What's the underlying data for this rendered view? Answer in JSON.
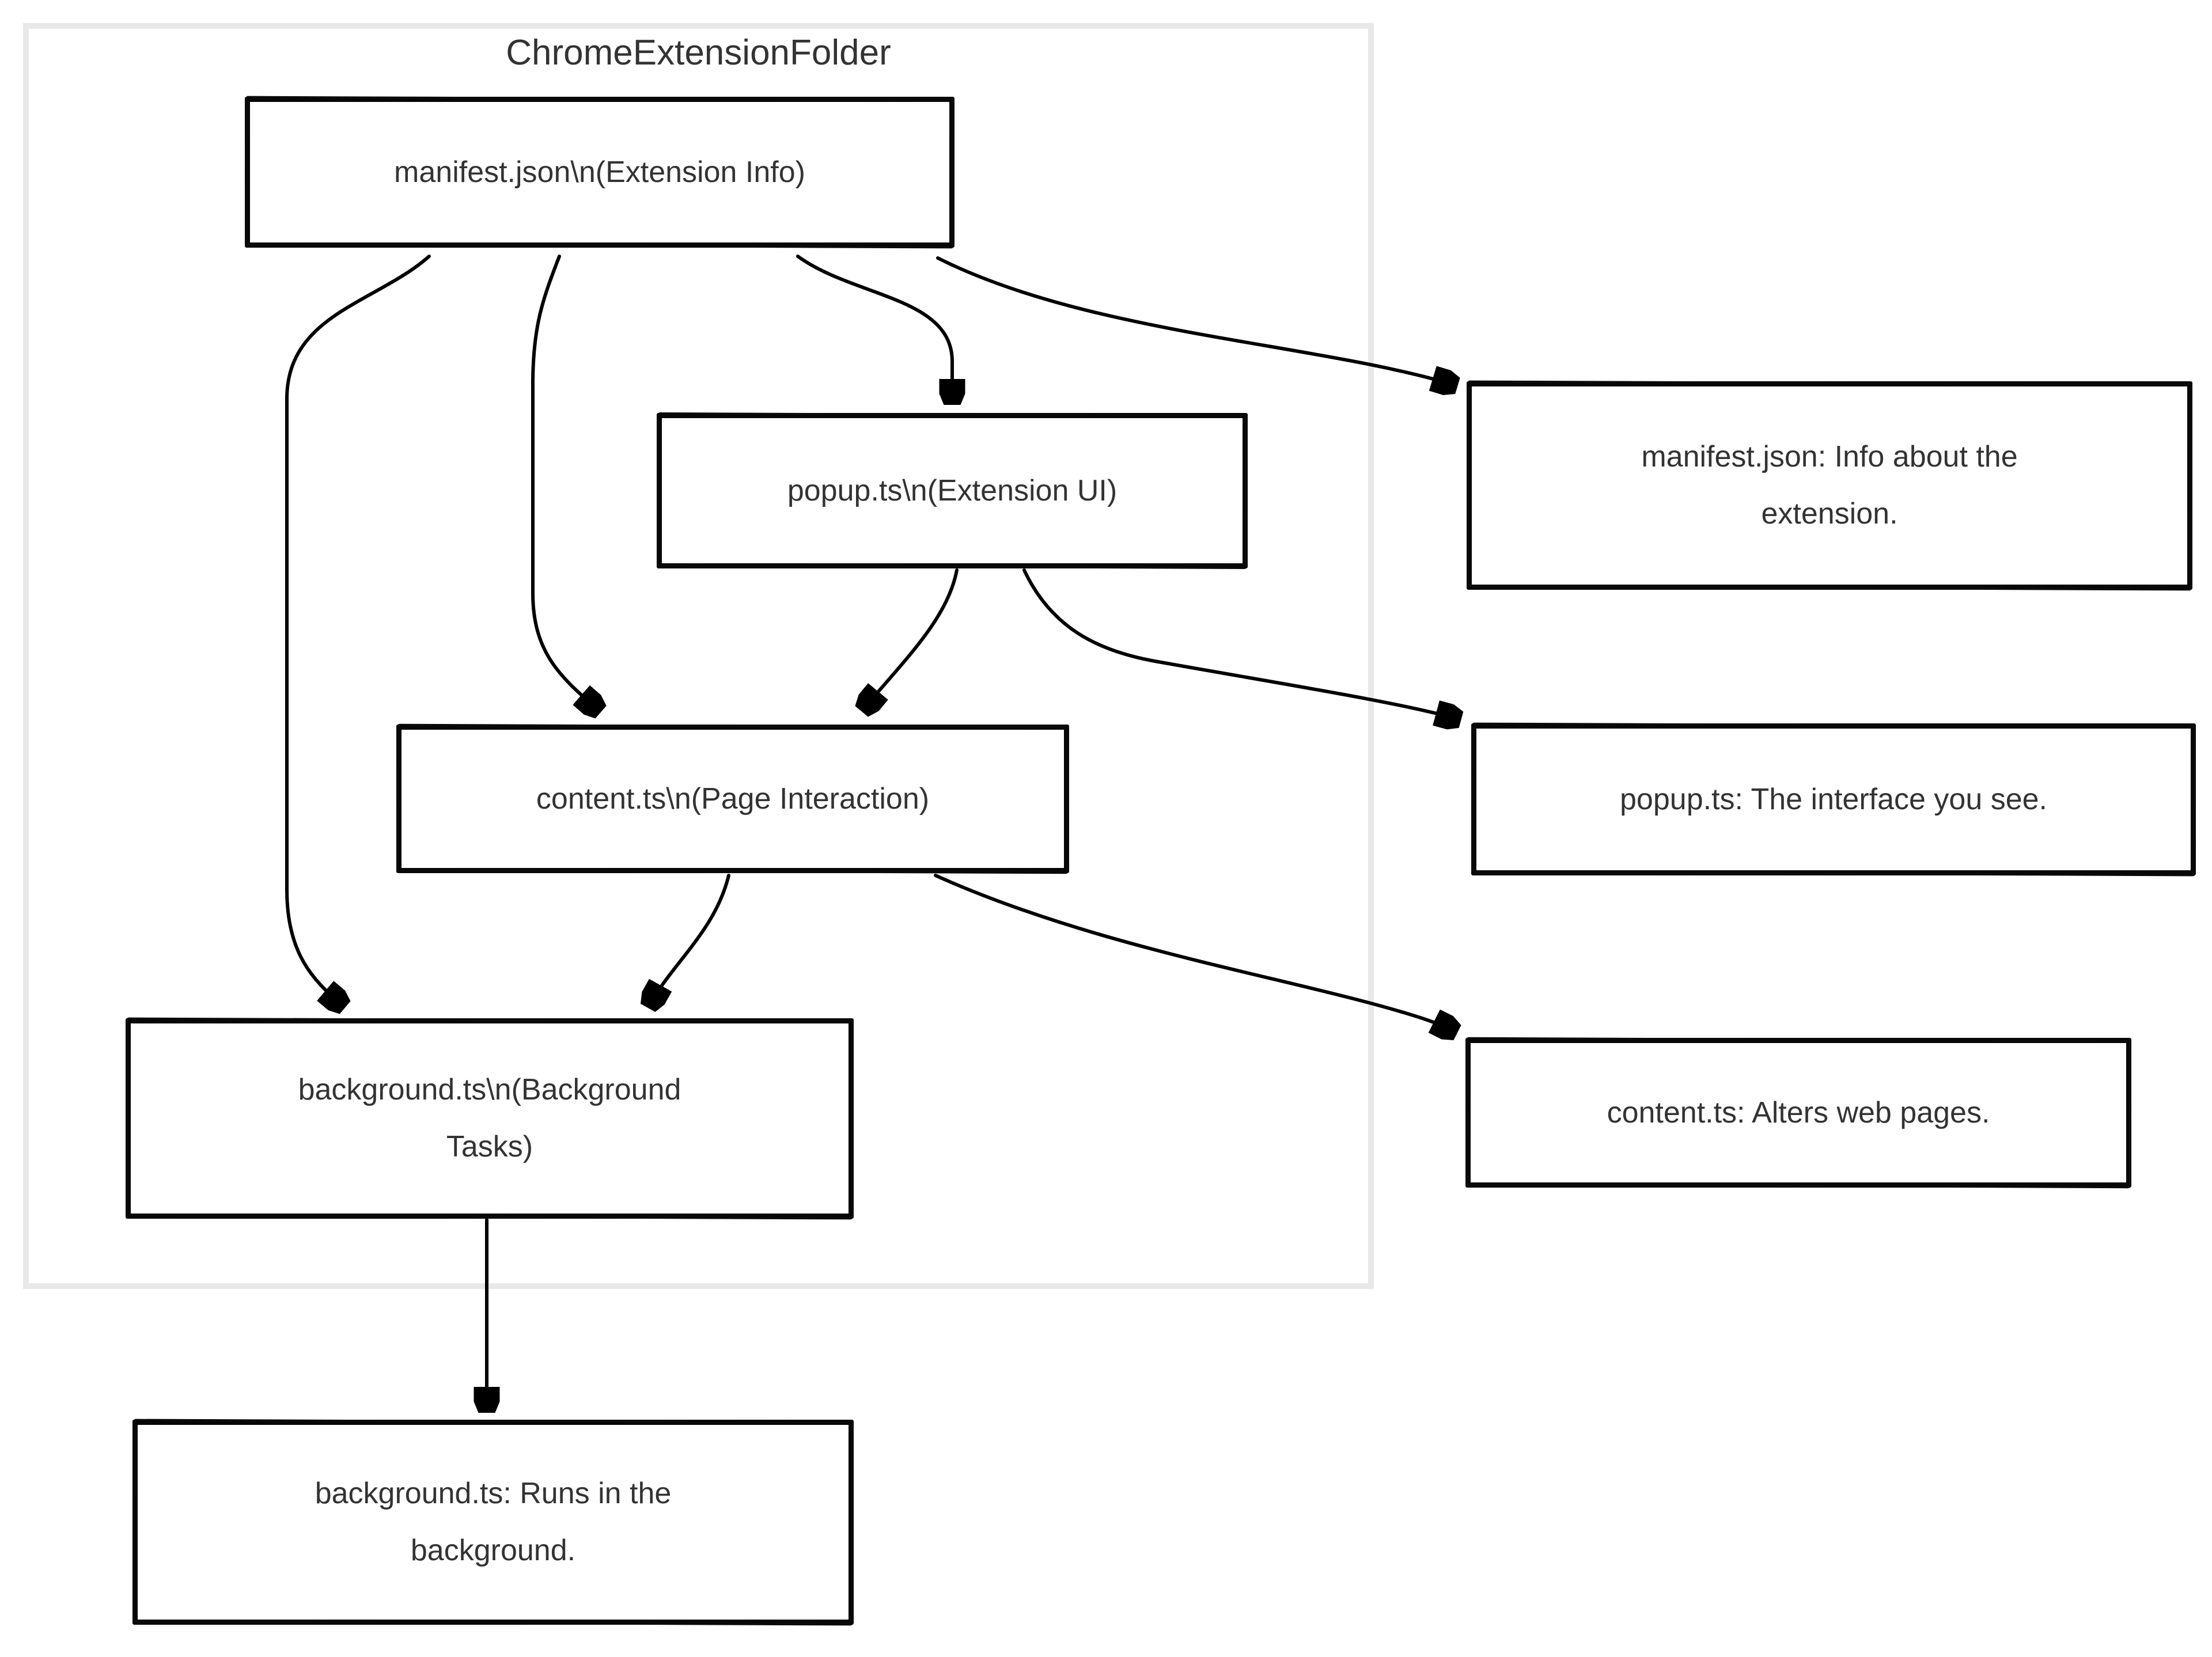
{
  "diagram": {
    "type": "flowchart",
    "cluster": {
      "title": "ChromeExtensionFolder"
    },
    "nodes": {
      "manifest": {
        "label": "manifest.json\\n(Extension Info)"
      },
      "popup": {
        "label": "popup.ts\\n(Extension UI)"
      },
      "content": {
        "label": "content.ts\\n(Page Interaction)"
      },
      "background": {
        "label": "background.ts\\n(Background Tasks)"
      },
      "manifest_info": {
        "label": "manifest.json: Info about the extension."
      },
      "popup_info": {
        "label": "popup.ts: The interface you see."
      },
      "content_info": {
        "label": "content.ts: Alters web pages."
      },
      "background_info": {
        "label": "background.ts: Runs in the background."
      }
    },
    "cluster_members": [
      "manifest",
      "popup",
      "content",
      "background"
    ],
    "edges": [
      {
        "from": "manifest",
        "to": "popup"
      },
      {
        "from": "manifest",
        "to": "content"
      },
      {
        "from": "manifest",
        "to": "background"
      },
      {
        "from": "manifest",
        "to": "manifest_info"
      },
      {
        "from": "popup",
        "to": "content"
      },
      {
        "from": "popup",
        "to": "popup_info"
      },
      {
        "from": "content",
        "to": "background"
      },
      {
        "from": "content",
        "to": "content_info"
      },
      {
        "from": "background",
        "to": "background_info"
      }
    ],
    "colors": {
      "node_fill": "#ffffff",
      "node_border": "#070707",
      "node_text": "#333333",
      "edge_stroke": "#000000",
      "cluster_border": "#e8e8e8",
      "page_background": "#ffffff"
    }
  }
}
